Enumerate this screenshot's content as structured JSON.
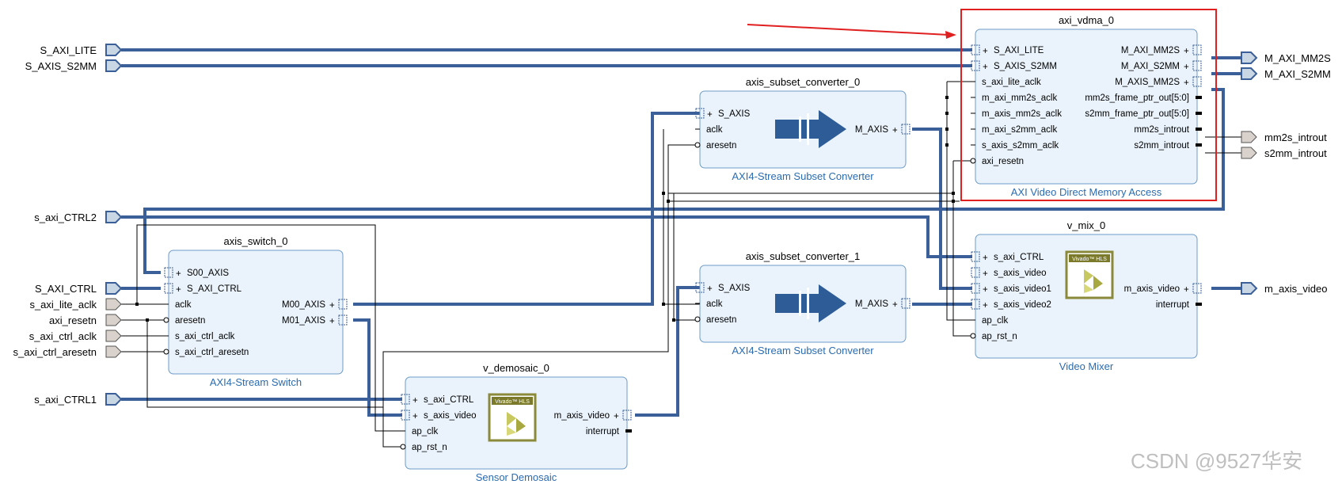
{
  "colors": {
    "bus": "#3b5f99",
    "wire": "#000000",
    "block_fill": "#eaf3fb",
    "block_border": "#6d9bc9",
    "subtitle": "#2b6cb0",
    "highlight": "#e02020",
    "port_in_fill": "#d9d2cc",
    "port_bus_fill": "#c9d6e3"
  },
  "external_ports_left": [
    "S_AXI_LITE",
    "S_AXIS_S2MM",
    "s_axi_CTRL2",
    "S_AXI_CTRL",
    "s_axi_lite_aclk",
    "axi_resetn",
    "s_axi_ctrl_aclk",
    "s_axi_ctrl_aresetn",
    "s_axi_CTRL1"
  ],
  "external_ports_right": [
    "M_AXI_MM2S",
    "M_AXI_S2MM",
    "mm2s_introut",
    "s2mm_introut",
    "m_axis_video"
  ],
  "blocks": {
    "vdma": {
      "name": "axi_vdma_0",
      "subtitle": "AXI Video Direct Memory Access",
      "inputs": [
        "S_AXI_LITE",
        "S_AXIS_S2MM",
        "s_axi_lite_aclk",
        "m_axi_mm2s_aclk",
        "m_axis_mm2s_aclk",
        "m_axi_s2mm_aclk",
        "s_axis_s2mm_aclk",
        "axi_resetn"
      ],
      "outputs": [
        "M_AXI_MM2S",
        "M_AXI_S2MM",
        "M_AXIS_MM2S",
        "mm2s_frame_ptr_out[5:0]",
        "s2mm_frame_ptr_out[5:0]",
        "mm2s_introut",
        "s2mm_introut"
      ]
    },
    "conv0": {
      "name": "axis_subset_converter_0",
      "subtitle": "AXI4-Stream Subset Converter",
      "inputs": [
        "S_AXIS",
        "aclk",
        "aresetn"
      ],
      "outputs": [
        "M_AXIS"
      ]
    },
    "conv1": {
      "name": "axis_subset_converter_1",
      "subtitle": "AXI4-Stream Subset Converter",
      "inputs": [
        "S_AXIS",
        "aclk",
        "aresetn"
      ],
      "outputs": [
        "M_AXIS"
      ]
    },
    "switch": {
      "name": "axis_switch_0",
      "subtitle": "AXI4-Stream Switch",
      "inputs": [
        "S00_AXIS",
        "S_AXI_CTRL",
        "aclk",
        "aresetn",
        "s_axi_ctrl_aclk",
        "s_axi_ctrl_aresetn"
      ],
      "outputs": [
        "M00_AXIS",
        "M01_AXIS"
      ]
    },
    "mix": {
      "name": "v_mix_0",
      "subtitle": "Video Mixer",
      "inputs": [
        "s_axi_CTRL",
        "s_axis_video",
        "s_axis_video1",
        "s_axis_video2",
        "ap_clk",
        "ap_rst_n"
      ],
      "outputs": [
        "m_axis_video",
        "interrupt"
      ],
      "logo": "Vivado™ HLS"
    },
    "demosaic": {
      "name": "v_demosaic_0",
      "subtitle": "Sensor Demosaic",
      "inputs": [
        "s_axi_CTRL",
        "s_axis_video",
        "ap_clk",
        "ap_rst_n"
      ],
      "outputs": [
        "m_axis_video",
        "interrupt"
      ],
      "logo": "Vivado™ HLS"
    }
  },
  "icons": {
    "converter": "stream-converter-arrow-icon",
    "hls": "vivado-hls-logo-icon",
    "annotation": "red-arrow-annotation"
  },
  "watermark": "CSDN @9527华安"
}
